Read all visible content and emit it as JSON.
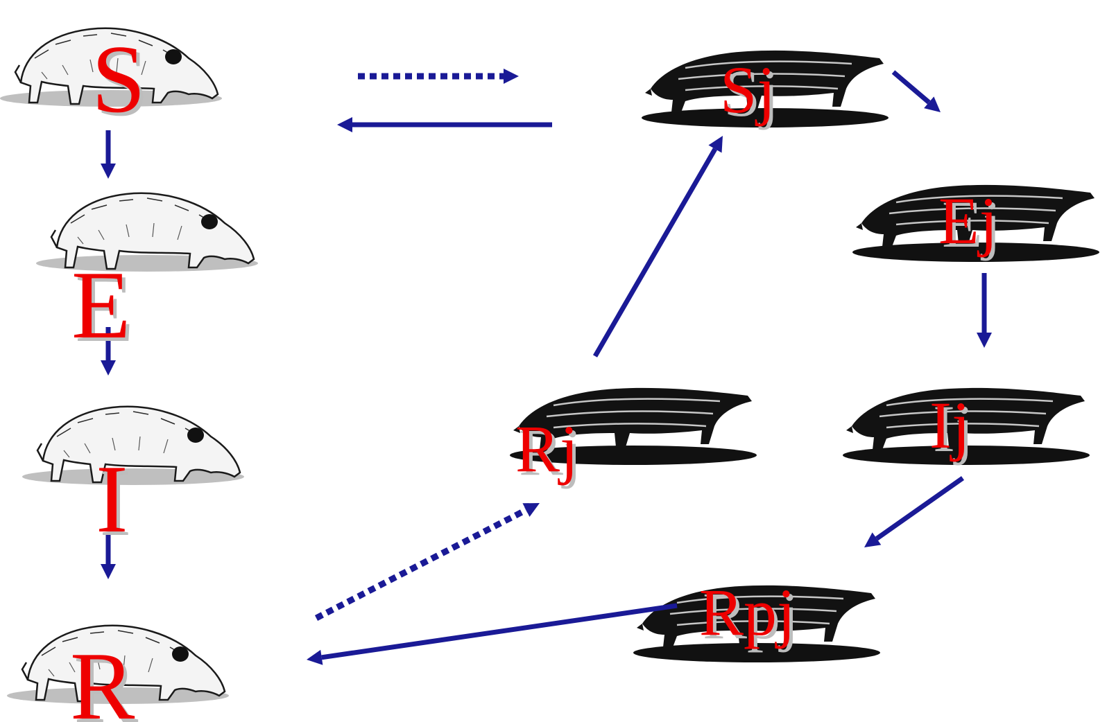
{
  "diagram": {
    "colors": {
      "label": "#ee0000",
      "arrow": "#1a1a96",
      "adult_pig": "#f2f2f2",
      "juvenile_pig": "#111111"
    },
    "nodes": [
      {
        "id": "S",
        "label": "S",
        "icon": "adult-boar-icon"
      },
      {
        "id": "E",
        "label": "E",
        "icon": "adult-boar-icon"
      },
      {
        "id": "I",
        "label": "I",
        "icon": "adult-boar-icon"
      },
      {
        "id": "R",
        "label": "R",
        "icon": "adult-boar-icon"
      },
      {
        "id": "Sj",
        "label": "Sj",
        "icon": "piglet-group-icon"
      },
      {
        "id": "Ej",
        "label": "Ej",
        "icon": "piglet-group-icon"
      },
      {
        "id": "Ij",
        "label": "Ij",
        "icon": "piglet-group-icon"
      },
      {
        "id": "Rj",
        "label": "Rj",
        "icon": "piglet-group-icon"
      },
      {
        "id": "Rpj",
        "label": "Rpj",
        "icon": "piglet-group-icon"
      }
    ],
    "edges": [
      {
        "from": "S",
        "to": "E",
        "style": "solid"
      },
      {
        "from": "E",
        "to": "I",
        "style": "solid"
      },
      {
        "from": "I",
        "to": "R",
        "style": "solid"
      },
      {
        "from": "S",
        "to": "Sj",
        "style": "dotted"
      },
      {
        "from": "Sj",
        "to": "S",
        "style": "solid"
      },
      {
        "from": "Sj",
        "to": "Ej",
        "style": "solid"
      },
      {
        "from": "Ej",
        "to": "Ij",
        "style": "solid"
      },
      {
        "from": "Ij",
        "to": "Rpj",
        "style": "solid"
      },
      {
        "from": "Rpj",
        "to": "R",
        "style": "solid"
      },
      {
        "from": "R",
        "to": "Rj",
        "style": "dotted"
      },
      {
        "from": "Rj",
        "to": "Sj",
        "style": "solid"
      }
    ]
  }
}
